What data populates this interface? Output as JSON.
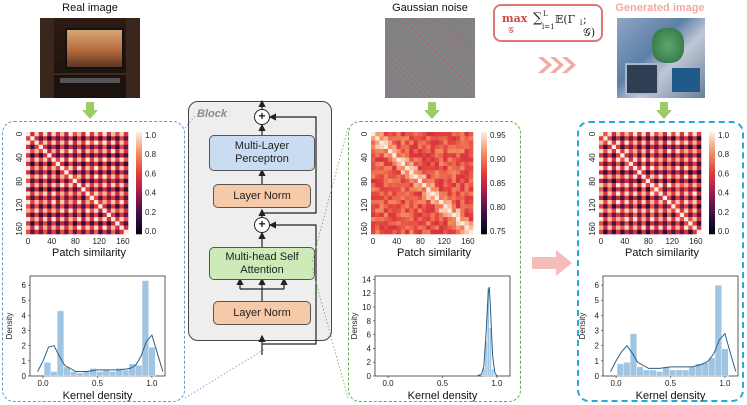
{
  "labels": {
    "real_image": "Real image",
    "gaussian_noise": "Gaussian noise",
    "generated_image": "Generated image",
    "formula_max": "max",
    "formula_sub": "𝒢",
    "formula_sum": "∑",
    "formula_body": "𝔼(Γ",
    "formula_tail": "; 𝒢)",
    "patch_similarity": "Patch similarity",
    "kernel_density": "Kernel density",
    "density": "Density"
  },
  "block": {
    "title": "Block",
    "mlp": "Multi-Layer Perceptron",
    "layer_norm_top": "Layer Norm",
    "attention": "Multi-head Self Attention",
    "layer_norm_bottom": "Layer Norm",
    "plus": "+"
  },
  "colors": {
    "mlp": "#c9dcf2",
    "layer_norm": "#f6c9a9",
    "attention": "#cdeab8",
    "block_bg": "#eeeeee",
    "accent_red": "#e07777",
    "arrow_green": "#9ccc65",
    "hist": "#9fc5e3",
    "kde": "#2c5f86"
  },
  "chart_data": [
    {
      "type": "heatmap",
      "name": "real-patch-similarity",
      "xlabel": "Patch similarity",
      "x_ticks": [
        "0",
        "40",
        "80",
        "120",
        "160"
      ],
      "y_ticks": [
        "0",
        "40",
        "80",
        "120",
        "160"
      ],
      "colorbar_ticks": [
        "1.0",
        "0.8",
        "0.6",
        "0.4",
        "0.2",
        "0.0"
      ],
      "clim": [
        0,
        1
      ]
    },
    {
      "type": "heatmap",
      "name": "noise-patch-similarity",
      "xlabel": "Patch similarity",
      "x_ticks": [
        "0",
        "40",
        "80",
        "120",
        "160"
      ],
      "y_ticks": [
        "0",
        "40",
        "80",
        "120",
        "160"
      ],
      "colorbar_ticks": [
        "0.95",
        "0.90",
        "0.85",
        "0.80",
        "0.75"
      ],
      "clim": [
        0.73,
        0.98
      ]
    },
    {
      "type": "heatmap",
      "name": "generated-patch-similarity",
      "xlabel": "Patch similarity",
      "x_ticks": [
        "0",
        "40",
        "80",
        "120",
        "160"
      ],
      "y_ticks": [
        "0",
        "40",
        "80",
        "120",
        "160"
      ],
      "colorbar_ticks": [
        "1.0",
        "0.8",
        "0.6",
        "0.4",
        "0.2",
        "0.0"
      ],
      "clim": [
        0,
        1
      ]
    },
    {
      "type": "bar",
      "name": "real-kernel-density",
      "xlabel": "Kernel density",
      "ylabel": "Density",
      "x_ticks": [
        "0.0",
        "0.5",
        "1.0"
      ],
      "y_ticks": [
        "0",
        "1",
        "2",
        "3",
        "4",
        "5",
        "6"
      ],
      "xlim": [
        -0.12,
        1.12
      ],
      "ylim": [
        0,
        6.6
      ],
      "bin_width": 0.062,
      "bins_x": [
        0.04,
        0.1,
        0.16,
        0.22,
        0.28,
        0.34,
        0.4,
        0.46,
        0.52,
        0.58,
        0.64,
        0.7,
        0.76,
        0.82,
        0.88,
        0.94,
        1.0
      ],
      "bins_h": [
        0.9,
        0.3,
        4.3,
        0.6,
        0.3,
        0.2,
        0.3,
        0.5,
        0.3,
        0.4,
        0.3,
        0.5,
        0.4,
        0.8,
        0.7,
        6.3,
        1.9
      ],
      "kde_x": [
        -0.05,
        0.0,
        0.05,
        0.1,
        0.15,
        0.2,
        0.3,
        0.4,
        0.5,
        0.6,
        0.7,
        0.8,
        0.85,
        0.9,
        0.95,
        1.0,
        1.05,
        1.1
      ],
      "kde_y": [
        0.3,
        1.0,
        1.9,
        2.0,
        1.3,
        0.7,
        0.3,
        0.3,
        0.4,
        0.4,
        0.4,
        0.5,
        0.7,
        1.3,
        2.3,
        2.7,
        1.5,
        0.3
      ]
    },
    {
      "type": "bar",
      "name": "noise-kernel-density",
      "xlabel": "Kernel density",
      "ylabel": "Density",
      "x_ticks": [
        "0.0",
        "0.5",
        "1.0"
      ],
      "y_ticks": [
        "0",
        "2",
        "4",
        "6",
        "8",
        "10",
        "12",
        "14"
      ],
      "xlim": [
        -0.12,
        1.12
      ],
      "ylim": [
        0,
        14.5
      ],
      "bin_width": 0.02,
      "bins_x": [
        0.88,
        0.9,
        0.92,
        0.94,
        0.96,
        0.98
      ],
      "bins_h": [
        1.2,
        5.0,
        12.8,
        7.0,
        1.0,
        0.2
      ],
      "kde_x": [
        0.82,
        0.86,
        0.88,
        0.9,
        0.92,
        0.93,
        0.94,
        0.96,
        0.98,
        1.0
      ],
      "kde_y": [
        0.0,
        0.3,
        1.5,
        6.0,
        12.0,
        12.9,
        10.0,
        3.0,
        0.5,
        0.0
      ]
    },
    {
      "type": "bar",
      "name": "generated-kernel-density",
      "xlabel": "Kernel density",
      "ylabel": "Density",
      "x_ticks": [
        "0.0",
        "0.5",
        "1.0"
      ],
      "y_ticks": [
        "0",
        "1",
        "2",
        "3",
        "4",
        "5",
        "6"
      ],
      "xlim": [
        -0.12,
        1.12
      ],
      "ylim": [
        0,
        6.6
      ],
      "bin_width": 0.062,
      "bins_x": [
        0.04,
        0.1,
        0.16,
        0.22,
        0.28,
        0.34,
        0.4,
        0.46,
        0.52,
        0.58,
        0.64,
        0.7,
        0.76,
        0.82,
        0.88,
        0.94,
        1.0
      ],
      "bins_h": [
        0.8,
        0.9,
        2.8,
        0.6,
        0.4,
        0.4,
        0.3,
        0.6,
        0.4,
        0.4,
        0.4,
        0.6,
        0.8,
        0.9,
        1.2,
        6.0,
        1.8
      ],
      "kde_x": [
        -0.05,
        0.0,
        0.05,
        0.1,
        0.15,
        0.2,
        0.3,
        0.4,
        0.5,
        0.6,
        0.7,
        0.8,
        0.85,
        0.9,
        0.95,
        1.0,
        1.05,
        1.1
      ],
      "kde_y": [
        0.3,
        1.0,
        1.6,
        2.0,
        1.5,
        0.9,
        0.5,
        0.5,
        0.6,
        0.6,
        0.6,
        0.8,
        1.0,
        1.5,
        2.4,
        2.8,
        1.5,
        0.3
      ]
    }
  ]
}
